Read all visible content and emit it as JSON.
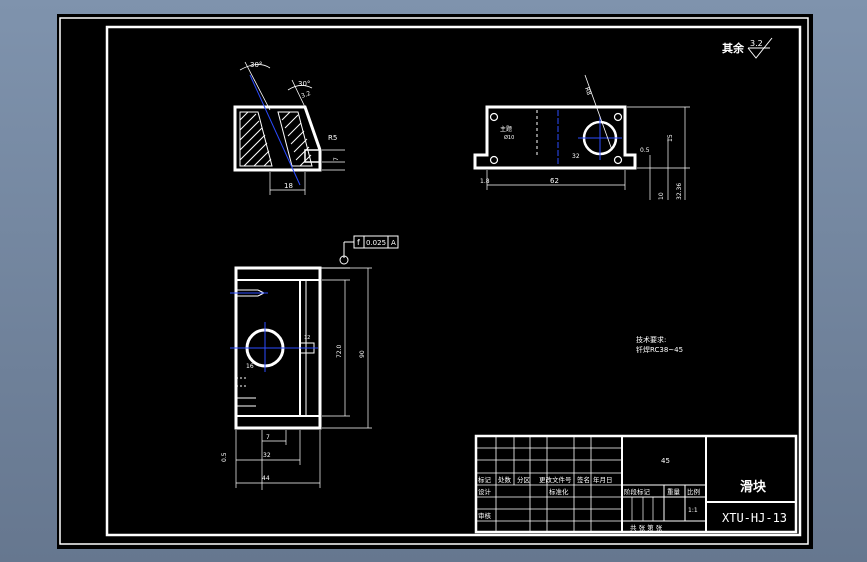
{
  "drawing": {
    "roughness_note": "其余",
    "roughness_value": "3.2",
    "tech_title": "技术要求:",
    "tech_line1": "钎焊RC38~45"
  },
  "views": {
    "left_top": {
      "angle1": "30°",
      "angle2": "30°",
      "roughness1": "3.2",
      "dim_right": "R5",
      "dim_small": "7",
      "dim_bottom": "18"
    },
    "right_top": {
      "hole_label": "主题",
      "hole_sub": "Ø10",
      "radius": "R8",
      "dim_center": "32",
      "dim_bottom": "62",
      "dim_right1": "15",
      "dim_right_small": "0.5",
      "dim_right2": "10",
      "dim_right3": "32.36",
      "dim_left_small": "1.8"
    },
    "bottom": {
      "tol_symbol": "f",
      "tol_value": "0.025",
      "tol_datum": "A",
      "dim_v1": "72.0",
      "dim_v2": "90",
      "dim_hole": "16",
      "dim_small": "12",
      "dim_b1": "7",
      "dim_b2": "32",
      "dim_b3": "44",
      "dim_left": "0.5"
    }
  },
  "title_block": {
    "part_name": "滑块",
    "drawing_no": "XTU-HJ-13",
    "material": "45",
    "scale": "1:1",
    "h_mark": "标记",
    "h_count": "处数",
    "h_zone": "分区",
    "h_docno": "更改文件号",
    "h_sign": "签名",
    "h_date": "年月日",
    "h_design": "设计",
    "h_standard": "标准化",
    "h_review": "审核",
    "h_stage": "阶段标记",
    "h_weight": "重量",
    "h_ratio": "比例",
    "h_sheets": "共 张 第 张"
  }
}
